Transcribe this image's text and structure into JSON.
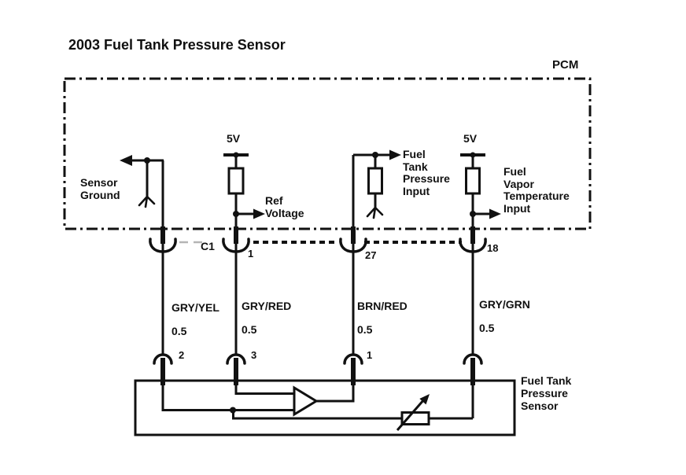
{
  "title": "2003 Fuel Tank Pressure Sensor",
  "pcm": {
    "label": "PCM",
    "supply_labels": [
      "5V",
      "5V"
    ],
    "signals": {
      "sensor_ground": "Sensor\nGround",
      "ref_voltage": "Ref\nVoltage",
      "fuel_tank_pressure_input": "Fuel\nTank\nPressure\nInput",
      "fuel_vapor_temperature_input": "Fuel\nVapor\nTemperature\nInput"
    },
    "connector_label": "C1"
  },
  "wires": [
    {
      "color": "GRY/YEL",
      "size": "0.5",
      "pcm_pin": "",
      "sensor_pin": "2"
    },
    {
      "color": "GRY/RED",
      "size": "0.5",
      "pcm_pin": "1",
      "sensor_pin": "3"
    },
    {
      "color": "BRN/RED",
      "size": "0.5",
      "pcm_pin": "27",
      "sensor_pin": "1"
    },
    {
      "color": "GRY/GRN",
      "size": "0.5",
      "pcm_pin": "18",
      "sensor_pin": ""
    }
  ],
  "sensor": {
    "label": "Fuel Tank\nPressure\nSensor"
  },
  "colors": {
    "line": "#111111",
    "background": "#ffffff",
    "faded_dash": "#b5b5b5"
  }
}
